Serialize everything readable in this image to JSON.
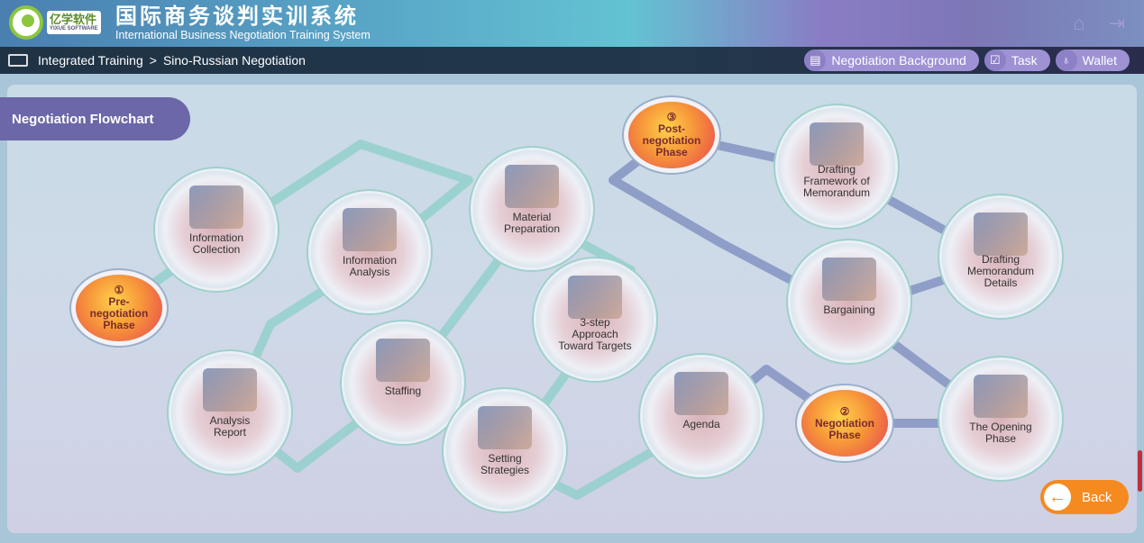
{
  "header": {
    "logo_text": "亿学软件",
    "logo_sub": "YIXUE SOFTWARE",
    "title_cn": "国际商务谈判实训系统",
    "title_en": "International Business Negotiation Training System",
    "home_icon": "home-icon",
    "logout_icon": "logout-icon"
  },
  "breadcrumb": {
    "items": [
      "Integrated Training",
      "Sino-Russian Negotiation"
    ],
    "separator": ">"
  },
  "toolbar": {
    "background": "Negotiation Background",
    "task": "Task",
    "wallet": "Wallet"
  },
  "flowchart": {
    "title": "Negotiation Flowchart",
    "phases": [
      {
        "num": "①",
        "label": "Pre-negotiation Phase"
      },
      {
        "num": "②",
        "label": "Negotiation Phase"
      },
      {
        "num": "③",
        "label": "Post-negotiation Phase"
      }
    ],
    "steps": [
      "Information Collection",
      "Information Analysis",
      "Material Preparation",
      "3-step Approach Toward Targets",
      "Analysis Report",
      "Staffing",
      "Setting Strategies",
      "Agenda",
      "The Opening Phase",
      "Bargaining",
      "Drafting Memorandum Details",
      "Drafting Framework of Memorandum"
    ]
  },
  "back": "Back",
  "colors": {
    "accent": "#9e92d4",
    "back": "#f58a20",
    "tab": "#6c67a8"
  }
}
